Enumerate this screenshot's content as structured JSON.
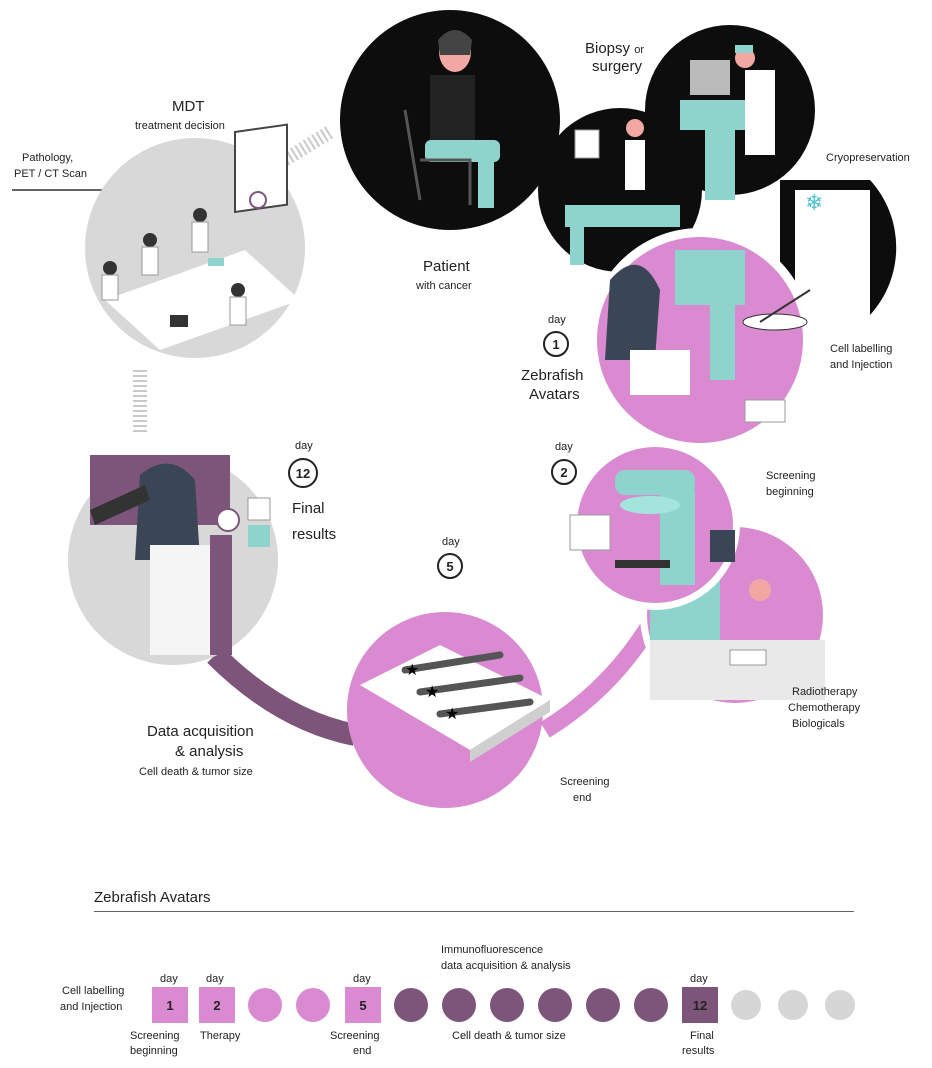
{
  "colors": {
    "pink": "#d98ad0",
    "purple": "#7d557a",
    "teal": "#8fd4cc",
    "black": "#0d0d0d",
    "grey": "#d6d6d6",
    "darkgrey": "#9a9a9a"
  },
  "cycle": {
    "mdt": {
      "title": "MDT",
      "subtitle": "treatment decision"
    },
    "inputs": {
      "line1": "Pathology,",
      "line2": "PET / CT Scan"
    },
    "patient": {
      "title": "Patient",
      "subtitle": "with cancer"
    },
    "biopsy": {
      "line1": "Biopsy",
      "or": "or",
      "line2": "surgery"
    },
    "cryo": "Cryopreservation",
    "day1": {
      "day": "day",
      "num": "1",
      "line1": "Zebrafish",
      "line2": "Avatars"
    },
    "injection": {
      "line1": "Cell labelling",
      "line2": "and Injection"
    },
    "day2": {
      "day": "day",
      "num": "2"
    },
    "screening_begin": {
      "line1": "Screening",
      "line2": "beginning"
    },
    "therapy": {
      "line1": "Radiotherapy",
      "line2": "Chemotherapy",
      "line3": "Biologicals"
    },
    "day5": {
      "day": "day",
      "num": "5"
    },
    "screening_end": {
      "line1": "Screening",
      "line2": "end"
    },
    "day12": {
      "day": "day",
      "num": "12",
      "line1": "Final",
      "line2": "results"
    },
    "analysis": {
      "line1": "Data acquisition",
      "line2": "& analysis",
      "line3": "Cell death & tumor size"
    }
  },
  "timeline": {
    "title": "Zebrafish Avatars",
    "left_label": {
      "line1": "Cell labelling",
      "line2": "and Injection"
    },
    "immuno": {
      "line1": "Immunofluorescence",
      "line2": "data acquisition & analysis"
    },
    "day_word": "day",
    "d1": "1",
    "d2": "2",
    "d5": "5",
    "d12": "12",
    "below": {
      "sb1": "Screening",
      "sb2": "beginning",
      "therapy": "Therapy",
      "se1": "Screening",
      "se2": "end",
      "cd": "Cell death & tumor size",
      "fr1": "Final",
      "fr2": "results"
    }
  }
}
